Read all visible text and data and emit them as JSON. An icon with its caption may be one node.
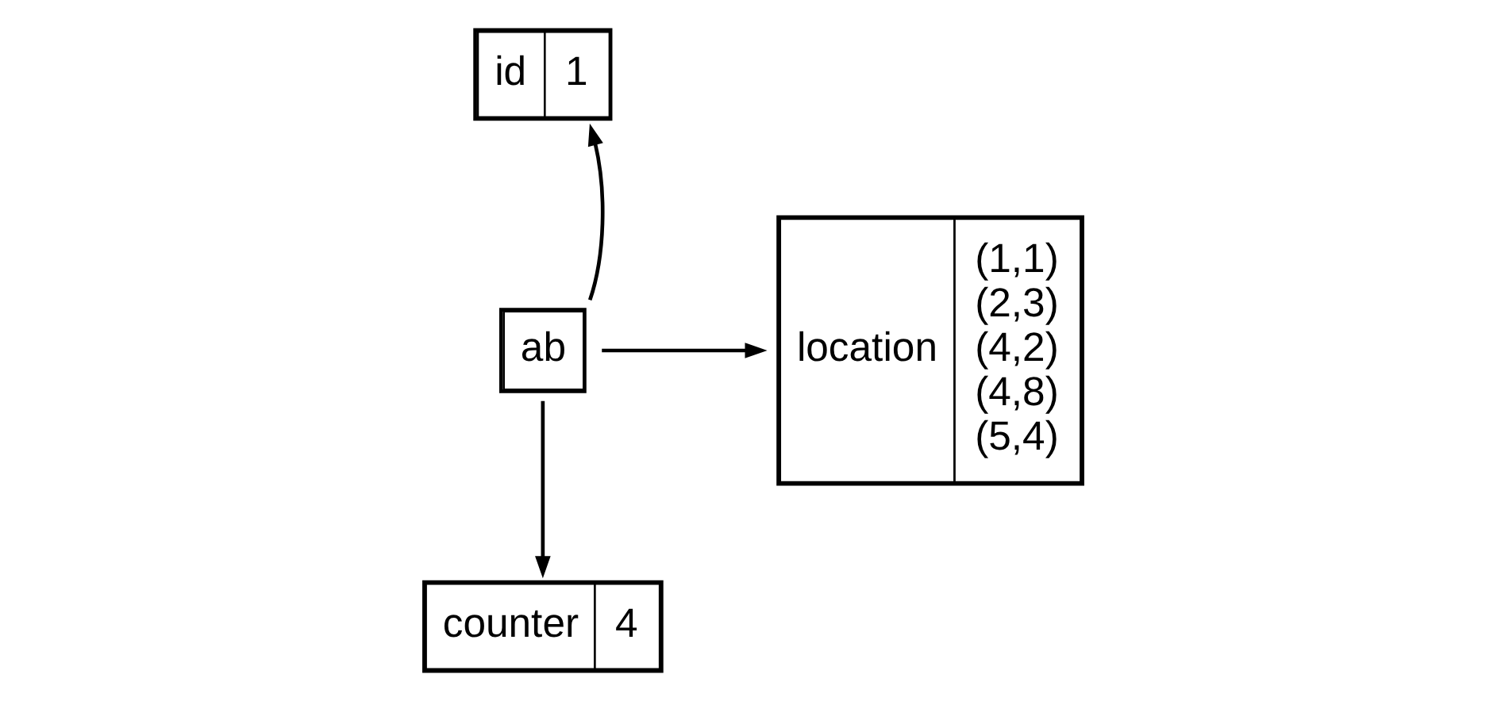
{
  "diagram": {
    "nodes": [
      {
        "text": [
          "id",
          "1"
        ]
      },
      {
        "text": [
          "ab"
        ]
      },
      {
        "text": [
          "location",
          "(1,1)",
          "(2,3)",
          "(4,2)",
          "(4,8)",
          "(5,4)"
        ]
      },
      {
        "text": [
          "counter",
          "4"
        ]
      }
    ],
    "edges": [
      {
        "from": 1,
        "to": 0,
        "arrow": "to"
      },
      {
        "from": 1,
        "to": 2,
        "arrow": "to"
      },
      {
        "from": 1,
        "to": 3,
        "arrow": "to"
      }
    ]
  }
}
